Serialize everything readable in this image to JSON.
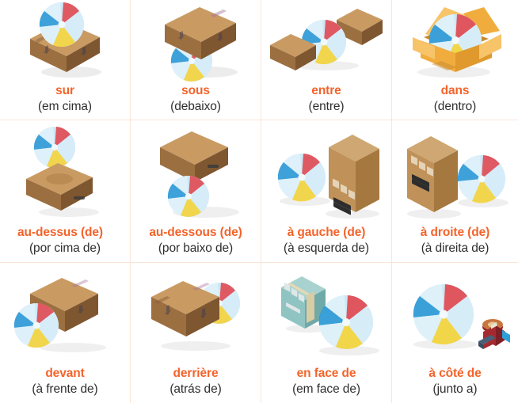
{
  "page": {
    "title": "Prépositions de lieu — French / Portuguese prepositions of place chart",
    "accent_color": "#f4632b",
    "text_color": "#2f2f2f",
    "grid_line_color": "#fbe4d9",
    "background_color": "#ffffff",
    "columns": 4,
    "rows": 3
  },
  "palette": {
    "ball_red": "#e8333a",
    "ball_blue": "#1b8fd1",
    "ball_yellow": "#ffd21e",
    "ball_light": "#cfeaf6",
    "ball_pale": "#e7f4fb",
    "ball_white": "#ffffff",
    "box_top": "#c99b63",
    "box_left": "#9c6f40",
    "box_right": "#7e5630",
    "box_open": "#f0ad3e",
    "box_open_light": "#f7c46a",
    "box_teal": "#8fc4c2",
    "box_teal_dark": "#6fa9a8",
    "shadow": "#e9e9e9",
    "tape_red": "#a42a2f"
  },
  "cells": [
    {
      "id": "sur",
      "fr": "sur",
      "pt": "(em cima)",
      "icon": "ball-on-box",
      "description": "beach ball resting on top of a closed cardboard box"
    },
    {
      "id": "sous",
      "fr": "sous",
      "pt": "(debaixo)",
      "icon": "box-over-ball",
      "description": "cardboard box sitting on top of a beach ball"
    },
    {
      "id": "entre",
      "fr": "entre",
      "pt": "(entre)",
      "icon": "ball-between-two-boxes",
      "description": "beach ball between two flat cardboard boxes"
    },
    {
      "id": "dans",
      "fr": "dans",
      "pt": "(dentro)",
      "icon": "ball-inside-open-box",
      "description": "beach ball inside an open cardboard box with flaps spread"
    },
    {
      "id": "au-dessus-de",
      "fr": "au-dessus (de)",
      "pt": "(por cima de)",
      "icon": "ball-floating-above-box",
      "description": "beach ball floating above a cardboard box"
    },
    {
      "id": "au-dessous-de",
      "fr": "au-dessous (de)",
      "pt": "(por baixo de)",
      "icon": "ball-below-floating-box",
      "description": "beach ball below a cardboard box"
    },
    {
      "id": "a-gauche-de",
      "fr": "à gauche (de)",
      "pt": "(à esquerda de)",
      "icon": "ball-left-of-box",
      "description": "beach ball to the left of a tall upright labelled box"
    },
    {
      "id": "a-droite-de",
      "fr": "à droite (de)",
      "pt": "(à direita de)",
      "icon": "ball-right-of-box",
      "description": "beach ball to the right of a tall upright labelled box"
    },
    {
      "id": "devant",
      "fr": "devant",
      "pt": "(à frente de)",
      "icon": "ball-in-front-of-box",
      "description": "beach ball in front of a cardboard box"
    },
    {
      "id": "derriere",
      "fr": "derrière",
      "pt": "(atrás de)",
      "icon": "ball-behind-box",
      "description": "beach ball behind a cardboard box"
    },
    {
      "id": "en-face-de",
      "fr": "en face de",
      "pt": "(em face de)",
      "icon": "ball-facing-teal-box",
      "description": "beach ball facing a teal box across a gap"
    },
    {
      "id": "a-cote-de",
      "fr": "à côté de",
      "pt": "(junto a)",
      "icon": "ball-next-to-tape-gun",
      "description": "beach ball next to a red tape dispenser"
    }
  ]
}
